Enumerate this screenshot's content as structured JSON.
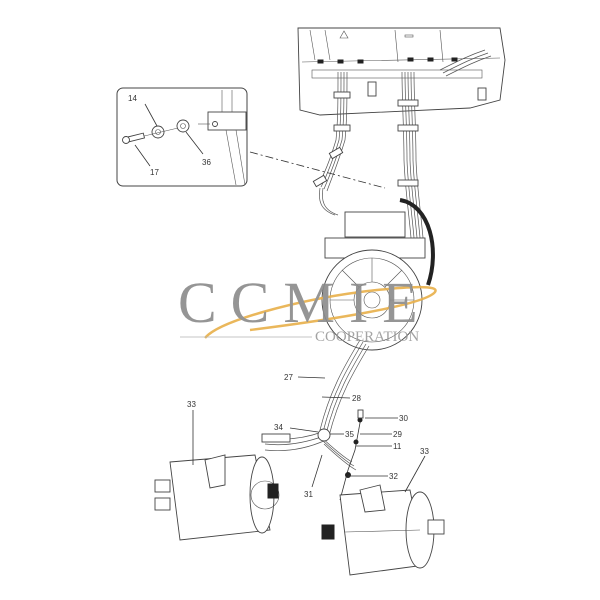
{
  "diagram": {
    "type": "exploded-parts-diagram",
    "subject": "traction motor cable harness assembly",
    "watermark": {
      "letters": "CCMIE",
      "subtitle": "COOPERATION",
      "swoosh_color": "#e8b04a",
      "text_color": "#8a8a8a"
    },
    "detail_inset": {
      "callouts": [
        {
          "id": "inset-14",
          "label": "14"
        },
        {
          "id": "inset-17",
          "label": "17"
        },
        {
          "id": "inset-36",
          "label": "36"
        }
      ]
    },
    "callouts": [
      {
        "id": "c27",
        "label": "27"
      },
      {
        "id": "c28",
        "label": "28"
      },
      {
        "id": "c30",
        "label": "30"
      },
      {
        "id": "c34",
        "label": "34"
      },
      {
        "id": "c35",
        "label": "35"
      },
      {
        "id": "c29",
        "label": "29"
      },
      {
        "id": "c11",
        "label": "11"
      },
      {
        "id": "c32",
        "label": "32"
      },
      {
        "id": "c31",
        "label": "31"
      },
      {
        "id": "c33a",
        "label": "33"
      },
      {
        "id": "c33b",
        "label": "33"
      }
    ]
  }
}
